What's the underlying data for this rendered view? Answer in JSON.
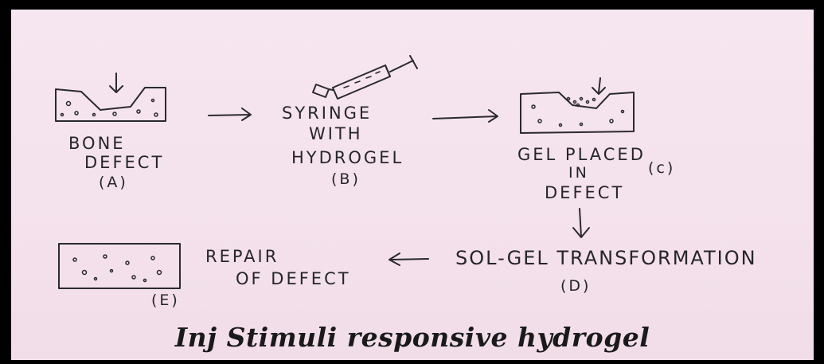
{
  "labels": {
    "a": [
      "BONE",
      "DEFECT",
      "(A)"
    ],
    "b": [
      "SYRINGE",
      "WITH",
      "HYDROGEL",
      "(B)"
    ],
    "c": [
      "GEL PLACED",
      "IN",
      "DEFECT",
      "(c)"
    ],
    "d": [
      "SOL-GEL TRANSFORMATION",
      "(D)"
    ],
    "e": [
      "REPAIR",
      "OF DEFECT",
      "(E)"
    ]
  },
  "caption": "Inj Stimuli responsive hydrogel",
  "colors": {
    "paper": "#f4e2ec",
    "ink": "#2a2a2e",
    "frame": "#000000"
  }
}
